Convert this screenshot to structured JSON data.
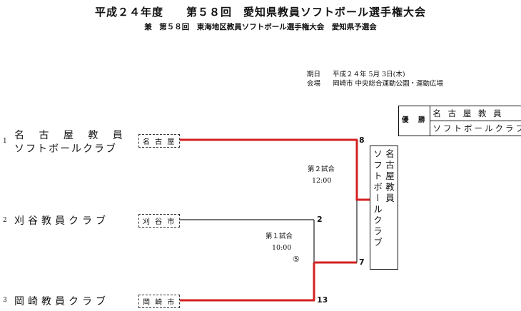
{
  "title": "平成２４年度　　第５８回　愛知県教員ソフトボール選手権大会",
  "subtitle": "兼　第５８回　東海地区教員ソフトボール選手権大会　愛知県予選会",
  "info": {
    "date_label": "期日",
    "date_value": "平成２４年 5月 3日(木)",
    "venue_label": "会場",
    "venue_value": "岡崎市 中央総合運動公園・運動広場"
  },
  "champion": {
    "label": "優　勝",
    "name_line1": "名 古 屋 教 員",
    "name_line2": "ソフトボールクラブ"
  },
  "teams": [
    {
      "seed": "1",
      "name_line1": "名 古 屋 教 員",
      "name_line2": "ソフトボールクラブ",
      "city": "名 古 屋"
    },
    {
      "seed": "2",
      "name": "刈谷教員クラブ",
      "city": "刈 谷 市"
    },
    {
      "seed": "3",
      "name": "岡崎教員クラブ",
      "city": "岡 崎 市"
    }
  ],
  "games": {
    "game1": {
      "label": "第１試合",
      "time": "10:00",
      "note": "⑤",
      "score_top": "2",
      "score_bottom": "13"
    },
    "game2": {
      "label": "第２試合",
      "time": "12:00",
      "score_top": "8",
      "score_bottom": "7"
    }
  },
  "winner_vertical": {
    "col1": "名古屋教員",
    "col2": "ソフトボールクラブ"
  },
  "colors": {
    "winner_line": "#d42020",
    "line": "#222222"
  }
}
